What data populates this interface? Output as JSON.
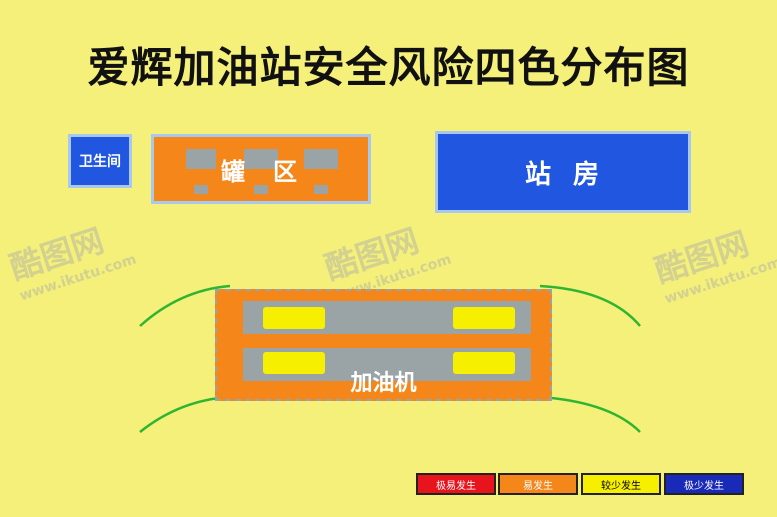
{
  "title": "爱辉加油站安全风险四色分布图",
  "areas": {
    "toilet": "卫生间",
    "tank": "罐区",
    "station": "站房",
    "pump": "加油机"
  },
  "legend": [
    {
      "label": "极易发生",
      "color": "#e8141c",
      "text_color": "#ffffff"
    },
    {
      "label": "易发生",
      "color": "#f5861a",
      "text_color": "#ffffff"
    },
    {
      "label": "较少发生",
      "color": "#f6f000",
      "text_color": "#000000"
    },
    {
      "label": "极少发生",
      "color": "#1a2ab8",
      "text_color": "#ffffff"
    }
  ],
  "watermark": {
    "brand": "酷图网",
    "url": "www.ikutu.com"
  },
  "colors": {
    "background": "#f4f07a",
    "road_line": "#2fb52f"
  }
}
